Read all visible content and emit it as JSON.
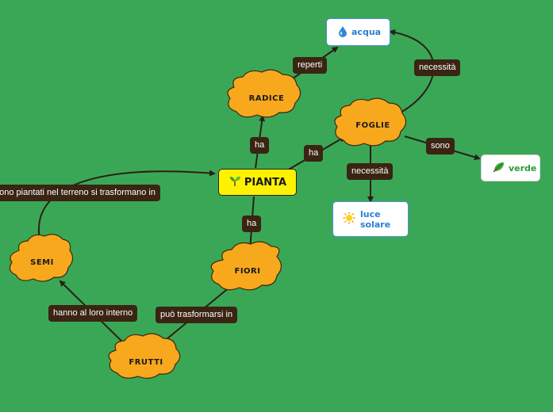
{
  "root": {
    "label": "PIANTA",
    "icon": "sprout-icon"
  },
  "clouds": {
    "radice": "RADICE",
    "foglie": "FOGLIE",
    "fiori": "FIORI",
    "semi": "SEMI",
    "frutti": "FRUTTI"
  },
  "boxes": {
    "acqua": {
      "label": "acqua",
      "icon": "water-drop-icon",
      "color": "#2a7fd4"
    },
    "luce": {
      "line1": "luce",
      "line2": "solare",
      "icon": "sun-icon",
      "color": "#2a7fd4"
    },
    "verde": {
      "label": "verde",
      "icon": "leaf-icon",
      "color": "#2e9a3a"
    }
  },
  "edge_labels": {
    "root_radice": "ha",
    "root_foglie": "ha",
    "root_fiori": "ha",
    "radice_acqua": "reperti",
    "foglie_acqua": "necessità",
    "foglie_luce": "necessità",
    "foglie_verde": "sono",
    "fiori_frutti": "può trasformarsi in",
    "frutti_semi": "hanno al loro interno",
    "semi_root": "sono piantati nel terreno si trasformano in"
  },
  "colors": {
    "background": "#3aa757",
    "cloud_fill": "#f8a81c",
    "root_fill": "#fff200",
    "label_bg": "#3a2412"
  }
}
